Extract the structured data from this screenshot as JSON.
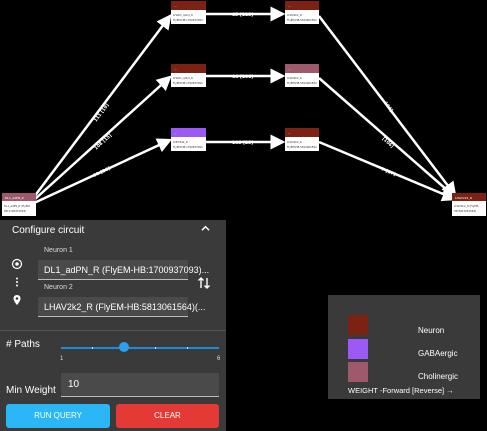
{
  "graph": {
    "nodes": [
      {
        "id": "src",
        "title": "DL1_adPN_R",
        "sub1": "DL1_adPN_R (FlyEM-",
        "sub2": "HB:1700937093)",
        "type": "Neuron"
      },
      {
        "id": "a1",
        "title": "...",
        "sub1": "LHAD1_a/b/d_R",
        "sub2": "FlyEM-HB:1700937093",
        "type": "Neuron"
      },
      {
        "id": "a2",
        "title": "...",
        "sub1": "LHAD1_a/b/d_R",
        "sub2": "FlyEM-HB:1700937093",
        "type": "Neuron"
      },
      {
        "id": "a3",
        "title": "...",
        "sub1": "LHPV5a1_R",
        "sub2": "FlyEM-HB:1700937093",
        "type": "GABAergic"
      },
      {
        "id": "b1",
        "title": "...",
        "sub1": "LHAV2k2_R",
        "sub2": "FlyEM-HB:5813061564",
        "type": "Neuron"
      },
      {
        "id": "b2",
        "title": "...",
        "sub1": "LHAV2k2_R",
        "sub2": "FlyEM-HB:5813061564",
        "type": "Cholinergic"
      },
      {
        "id": "b3",
        "title": "...",
        "sub1": "LHAV2k2_R",
        "sub2": "FlyEM-HB:5813061564",
        "type": "Neuron"
      },
      {
        "id": "tgt",
        "title": "LHAV2k2_R",
        "sub1": "LHAV2k2_R (FlyEM-",
        "sub2": "HB:5813061564)",
        "type": "Neuron"
      }
    ],
    "edges": [
      {
        "from": "src",
        "to": "a1",
        "label": "111 [19]"
      },
      {
        "from": "src",
        "to": "a2",
        "label": "108 [15]"
      },
      {
        "from": "src",
        "to": "a3",
        "label": "91 [26]"
      },
      {
        "from": "a1",
        "to": "b1",
        "label": "45 [113]"
      },
      {
        "from": "a2",
        "to": "b2",
        "label": "44 [106]"
      },
      {
        "from": "a3",
        "to": "b3",
        "label": "148 [25]"
      },
      {
        "from": "b1",
        "to": "tgt",
        "label": "106]"
      },
      {
        "from": "b2",
        "to": "tgt",
        "label": "[106]"
      },
      {
        "from": "b3",
        "to": "tgt",
        "label": "7 [27]"
      }
    ]
  },
  "panel": {
    "title": "Configure circuit",
    "neuron1_label": "Neuron 1",
    "neuron1_value": "DL1_adPN_R (FlyEM-HB:1700937093)...",
    "neuron2_label": "Neuron 2",
    "neuron2_value": "LHAV2k2_R (FlyEM-HB:5813061564)(...",
    "paths_label": "# Paths",
    "paths_min": "1",
    "paths_max": "6",
    "paths_value_fraction": 0.4,
    "min_weight_label": "Min Weight",
    "min_weight_value": "10",
    "run_label": "RUN QUERY",
    "clear_label": "CLEAR"
  },
  "legend": {
    "items": [
      {
        "label": "Neuron",
        "color": "#7b2212"
      },
      {
        "label": "GABAergic",
        "color": "#9b59f5"
      },
      {
        "label": "Cholinergic",
        "color": "#9e5a6a"
      }
    ],
    "weight_text": "WEIGHT -Forward [Reverse] →"
  },
  "colors": {
    "accent": "#2bb6f5",
    "danger": "#e53935",
    "panel_bg": "#3a3a3a"
  }
}
